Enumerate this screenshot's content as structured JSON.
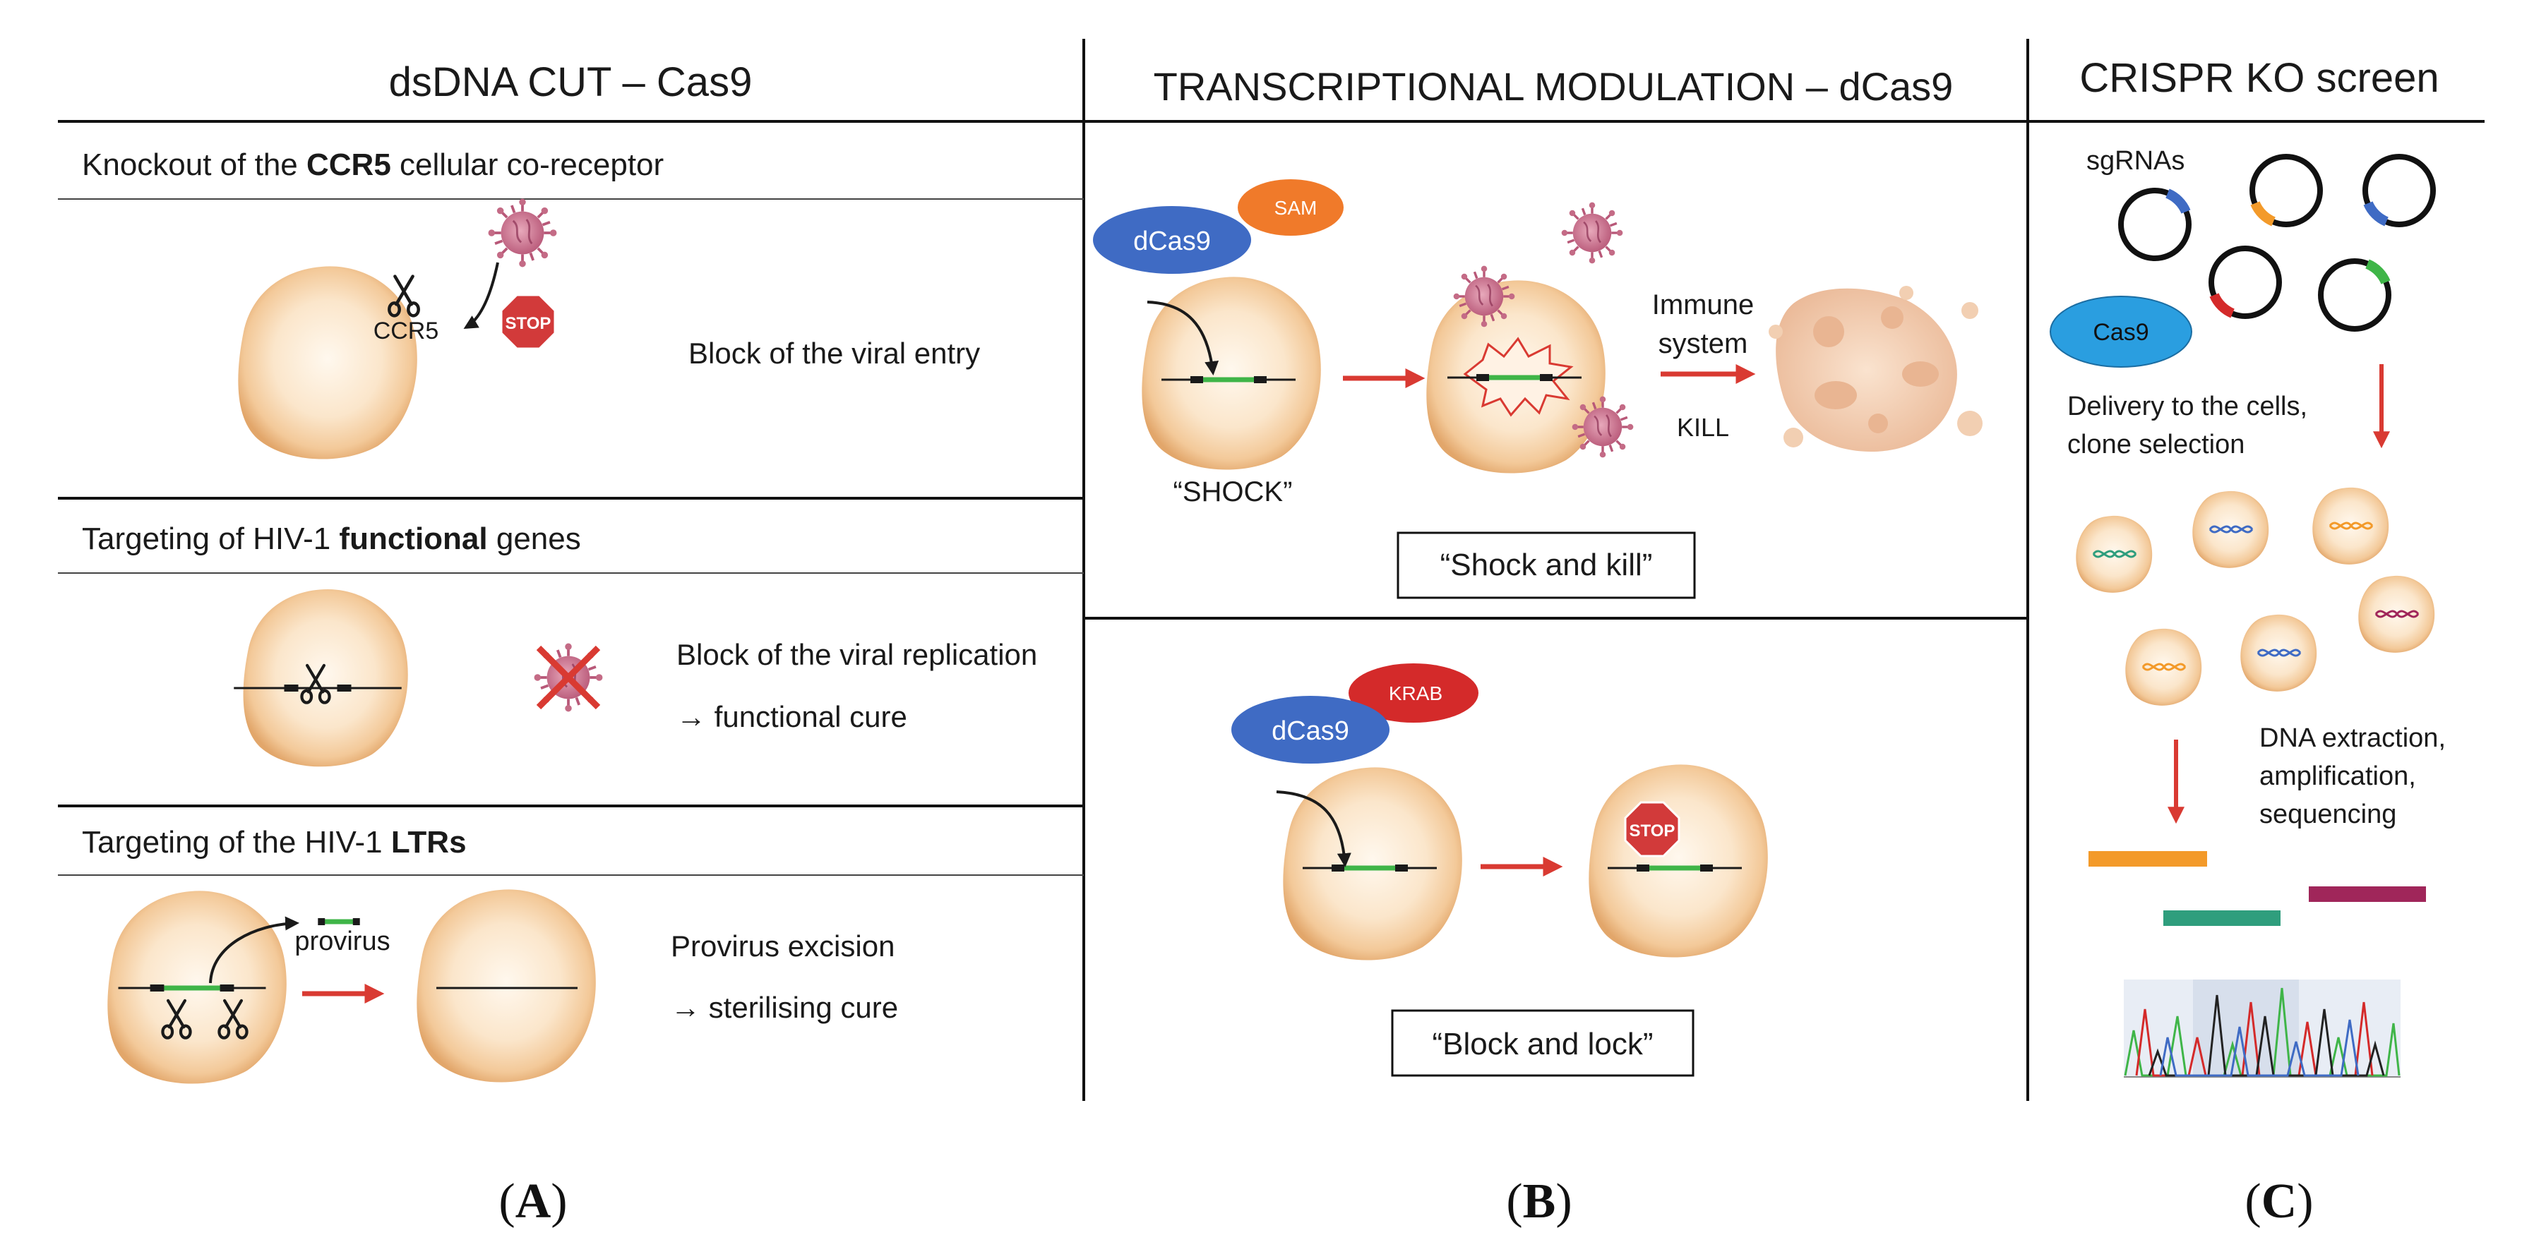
{
  "columns": {
    "a": {
      "header": "dsDNA CUT – Cas9",
      "rows": [
        {
          "title_pre": "Knockout of the ",
          "title_bold": "CCR5",
          "title_post": " cellular co-receptor",
          "ccr5_label": "CCR5",
          "stop_text": "STOP",
          "description": "Block of the viral entry"
        },
        {
          "title_pre": "Targeting of HIV-1 ",
          "title_bold": "functional",
          "title_post": " genes",
          "description_1": "Block of the viral replication",
          "description_2": "→ functional cure"
        },
        {
          "title_pre": "Targeting of the HIV-1 ",
          "title_bold": "LTRs",
          "provirus_label": "provirus",
          "description_1": "Provirus excision",
          "description_2": "→ sterilising cure"
        }
      ],
      "panel_label": "A"
    },
    "b": {
      "header": "TRANSCRIPTIONAL MODULATION – dCas9",
      "shock": {
        "dcas9": "dCas9",
        "activator": "SAM",
        "shock_label": "“SHOCK”",
        "immune_1": "Immune",
        "immune_2": "system",
        "kill": "KILL",
        "caption": "“Shock and kill”"
      },
      "lock": {
        "dcas9": "dCas9",
        "repressor": "KRAB",
        "stop_text": "STOP",
        "caption": "“Block and lock”"
      },
      "panel_label": "B"
    },
    "c": {
      "header": "CRISPR KO screen",
      "sgrnas": "sgRNAs",
      "cas9": "Cas9",
      "delivery_1": "Delivery to the cells,",
      "delivery_2": "clone selection",
      "dna_1": "DNA extraction,",
      "dna_2": "amplification,",
      "dna_3": "sequencing",
      "panel_label": "C"
    }
  },
  "colors": {
    "cell_fill": "#f7d9b5",
    "cell_edge": "#e2a66a",
    "dcas9": "#3f6bc4",
    "sam": "#f07a2a",
    "krab": "#d42a2a",
    "cas9": "#2a9ee0",
    "arrow_red": "#d93a32",
    "stop": "#d23a3a",
    "virus": "#c46b86",
    "dna_green": "#3fb548",
    "seq_orange": "#f39a2a",
    "seq_green": "#2f9e7d",
    "seq_purple": "#a0265a"
  }
}
